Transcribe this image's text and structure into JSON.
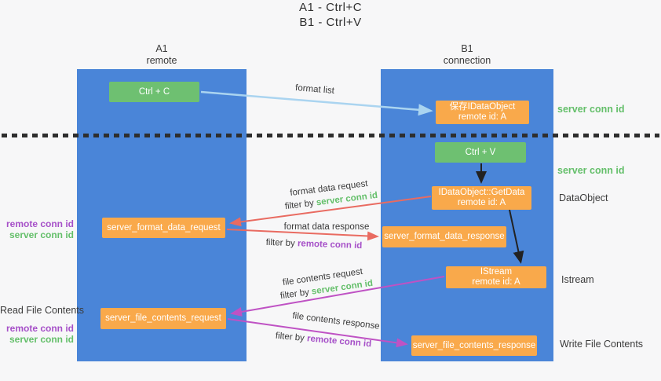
{
  "title": {
    "line1": "A1 - Ctrl+C",
    "line2": "B1 - Ctrl+V"
  },
  "lanes": {
    "a": {
      "name": "A1",
      "subtitle": "remote"
    },
    "b": {
      "name": "B1",
      "subtitle": "connection"
    }
  },
  "nodes": {
    "ctrl_c": {
      "label": "Ctrl + C"
    },
    "ctrl_v": {
      "label": "Ctrl + V"
    },
    "save_dataobject": {
      "line1": "保存IDataObject",
      "line2": "remote id: A"
    },
    "getdata": {
      "line1": "IDataObject::GetData",
      "line2": "remote id: A"
    },
    "istream": {
      "line1": "IStream",
      "line2": "remote id: A"
    },
    "format_request": {
      "label": "server_format_data_request"
    },
    "format_response": {
      "label": "server_format_data_response"
    },
    "file_request": {
      "label": "server_file_contents_request"
    },
    "file_response": {
      "label": "server_file_contents_response"
    }
  },
  "side_labels": {
    "server_conn_id_top": "server conn id",
    "server_conn_id_mid": "server conn id",
    "dataobject": "DataObject",
    "istream": "Istream",
    "write_file_contents": "Write File Contents",
    "read_file_contents": "Read File Contents",
    "group1": {
      "remote": "remote conn id",
      "server": "server conn id"
    },
    "group2": {
      "remote": "remote conn id",
      "server": "server conn id"
    }
  },
  "arrow_labels": {
    "format_list": "format list",
    "format_data_request": "format data request",
    "filter1": {
      "prefix": "filter by",
      "id": "server conn id"
    },
    "format_data_response": "format data response",
    "filter2": {
      "prefix": "filter by",
      "id": "remote conn id"
    },
    "file_contents_request": "file contents request",
    "filter3": {
      "prefix": "filter by",
      "id": "server conn id"
    },
    "file_contents_response": "file contents response",
    "filter4": {
      "prefix": "filter by",
      "id": "remote conn id"
    }
  },
  "colors": {
    "lane_blue": "#4a85d8",
    "node_orange": "#f9a94b",
    "node_green": "#6ec071",
    "green_text": "#64bf6a",
    "purple_text": "#a650c8",
    "red_arrow": "#e96b61",
    "magenta_arrow": "#bf52c4",
    "light_blue_arrow": "#aad4f0",
    "dark_text": "#3b3b3b",
    "background": "#f7f7f8"
  }
}
